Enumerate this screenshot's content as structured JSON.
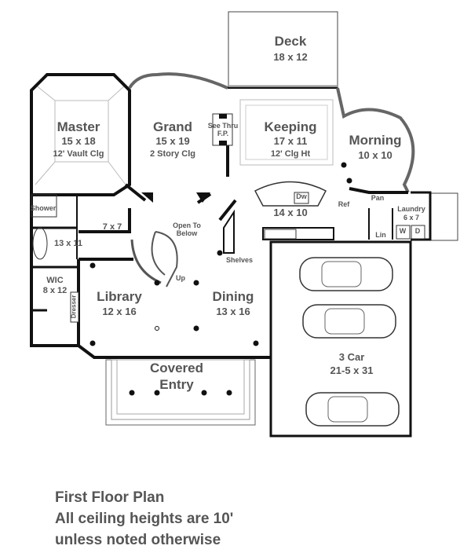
{
  "plan_title": "First Floor Plan",
  "notes": [
    "All ceiling heights are 10'",
    "unless noted otherwise"
  ],
  "rooms": {
    "deck": {
      "name": "Deck",
      "size": "18 x 12"
    },
    "master": {
      "name": "Master",
      "size": "15 x 18",
      "note": "12' Vault Clg"
    },
    "grand": {
      "name": "Grand",
      "size": "15 x 19",
      "note": "2 Story Clg"
    },
    "keeping": {
      "name": "Keeping",
      "size": "17 x 11",
      "note": "12' Clg Ht"
    },
    "morning": {
      "name": "Morning",
      "size": "10 x 10"
    },
    "kitchen": {
      "size": "14 x 10"
    },
    "bath": {
      "size": "13 x 11"
    },
    "powder": {
      "size": "7 x 7"
    },
    "wic": {
      "name": "WIC",
      "size": "8 x 12"
    },
    "library": {
      "name": "Library",
      "size": "12 x 16"
    },
    "dining": {
      "name": "Dining",
      "size": "13 x 16"
    },
    "entry": {
      "name": "Covered",
      "name2": "Entry"
    },
    "garage": {
      "name": "3 Car",
      "size": "21-5 x 31"
    },
    "laundry": {
      "name": "Laundry",
      "size": "6 x 7"
    }
  },
  "fixtures": {
    "fireplace": "See Thru",
    "fireplace2": "F.P.",
    "shower": "Shower",
    "open_below": "Open To",
    "open_below2": "Below",
    "up": "Up",
    "shelves": "Shelves",
    "dresser": "Dresser",
    "dw": "Dw",
    "ref": "Ref",
    "pantry": "Pan",
    "linen": "Lin",
    "washer": "W",
    "dryer": "D"
  }
}
